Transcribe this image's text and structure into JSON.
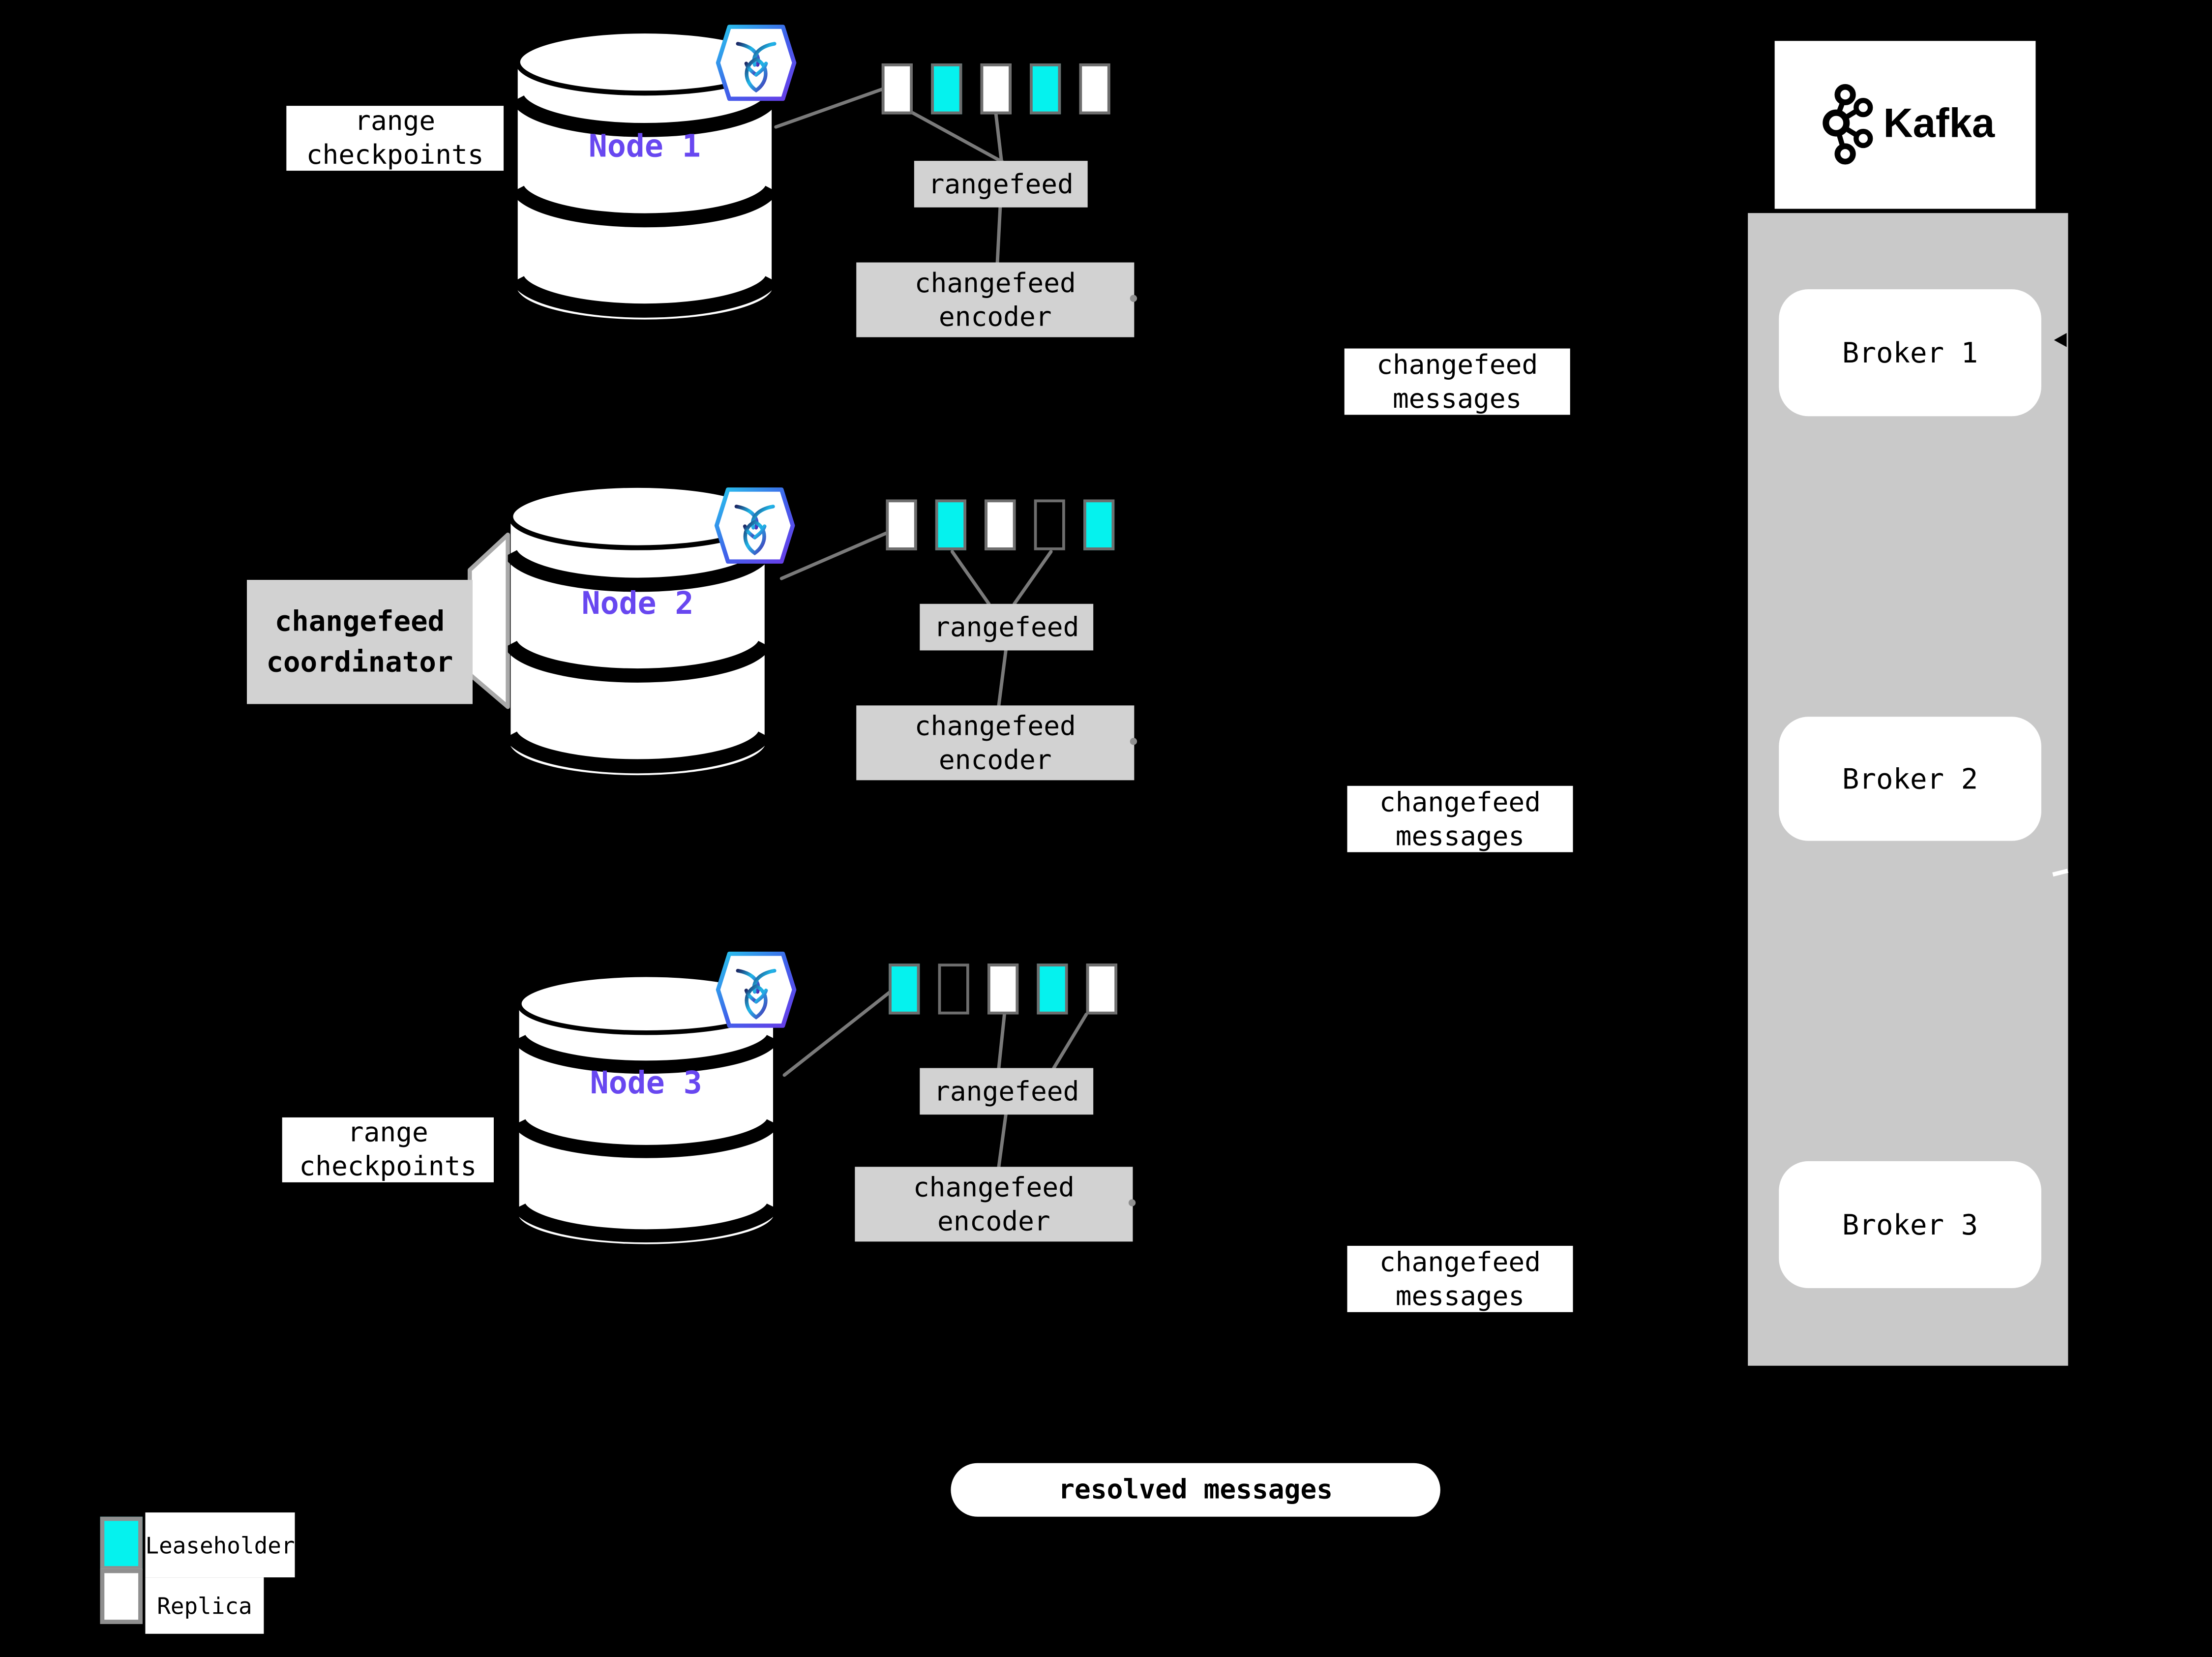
{
  "colors": {
    "background": "#000000",
    "node_label_purple": "#6847f0",
    "leaseholder_cyan": "#05f2ee",
    "replica_white": "#ffffff",
    "process_box_gray": "#d2d2d2",
    "kafka_column_gray": "#c9c9c9",
    "replica_border_gray": "#6e6e6e",
    "connector_gray": "#7a7a7a"
  },
  "nodes": [
    {
      "label": "Node 1",
      "side_label": "range checkpoints",
      "replicas": [
        "replica",
        "leaseholder",
        "replica",
        "leaseholder",
        "replica"
      ],
      "rangefeed_label": "rangefeed",
      "encoder_label": "changefeed encoder",
      "messages_label": "changefeed messages"
    },
    {
      "label": "Node 2",
      "side_label": "changefeed coordinator",
      "replicas": [
        "replica",
        "leaseholder",
        "replica",
        "empty",
        "leaseholder"
      ],
      "rangefeed_label": "rangefeed",
      "encoder_label": "changefeed encoder",
      "messages_label": "changefeed messages"
    },
    {
      "label": "Node 3",
      "side_label": "range checkpoints",
      "replicas": [
        "leaseholder",
        "empty",
        "replica",
        "leaseholder",
        "replica"
      ],
      "rangefeed_label": "rangefeed",
      "encoder_label": "changefeed encoder",
      "messages_label": "changefeed messages"
    }
  ],
  "kafka": {
    "title": "Kafka",
    "brokers": [
      {
        "label": "Broker 1"
      },
      {
        "label": "Broker 2"
      },
      {
        "label": "Broker 3"
      }
    ]
  },
  "resolved_label": "resolved messages",
  "legend": {
    "items": [
      {
        "label": "Leaseholder",
        "swatch": "leaseholder"
      },
      {
        "label": "Replica",
        "swatch": "replica"
      }
    ]
  },
  "icons": {
    "node_badge": "cockroachdb-icon",
    "kafka_logo": "kafka-icon"
  }
}
